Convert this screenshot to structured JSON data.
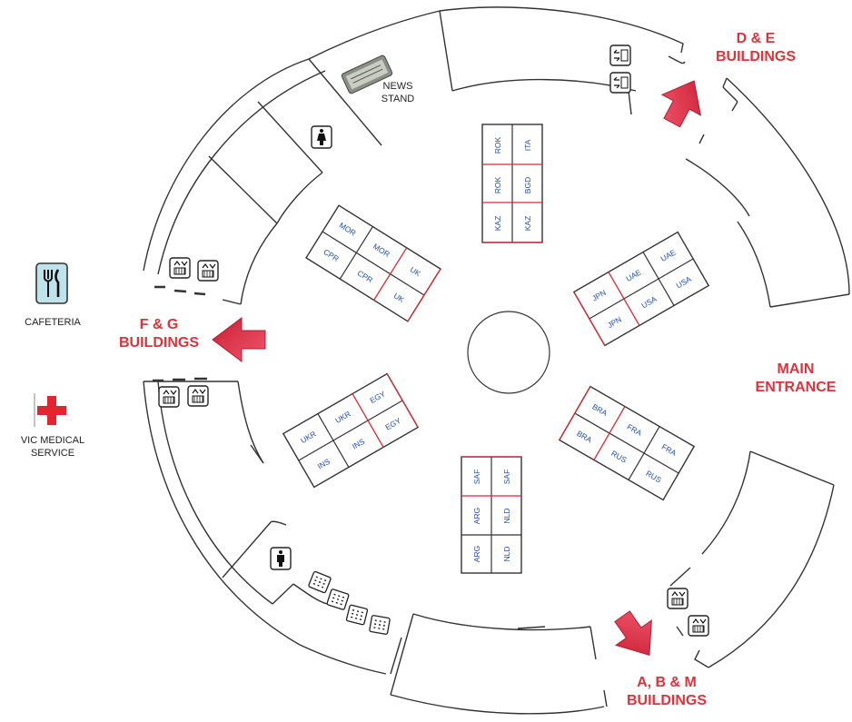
{
  "labels": {
    "cafeteria": "CAFETERIA",
    "vic_medical_line1": "VIC MEDICAL",
    "vic_medical_line2": "SERVICE",
    "news_line1": "NEWS",
    "news_line2": "STAND",
    "fg_line1": "F & G",
    "fg_line2": "BUILDINGS",
    "de_line1": "D & E",
    "de_line2": "BUILDINGS",
    "main_line1": "MAIN",
    "main_line2": "ENTRANCE",
    "abm_line1": "A, B & M",
    "abm_line2": "BUILDINGS"
  },
  "icons": {
    "cafeteria": "fork-knife-icon",
    "medical": "red-cross-icon",
    "news": "newspaper-icon",
    "women": "women-restroom-icon",
    "men": "men-restroom-icon",
    "elevator": "elevator-icon",
    "escalator": "escalator-icon",
    "phone": "telephone-icon",
    "arrow": "direction-arrow-icon"
  },
  "colors": {
    "accent": "#e0323a",
    "cell_text": "#1f4fb0",
    "divider_red": "#d62a35",
    "cafeteria_icon_bg": "#bfe3ea",
    "arrow_fill": "#e8304a"
  },
  "tables": {
    "top": [
      "ROK",
      "ITA",
      "ROK",
      "BGD",
      "KAZ",
      "KAZ"
    ],
    "upper_left": [
      "MOR",
      "CPR",
      "MOR",
      "CPR",
      "UK",
      "UK"
    ],
    "upper_right": [
      "JPN",
      "JPN",
      "UAE",
      "USA",
      "UAE",
      "USA"
    ],
    "lower_left": [
      "UKR",
      "INS",
      "UKR",
      "INS",
      "EGY",
      "EGY"
    ],
    "lower_right": [
      "BRA",
      "BRA",
      "FRA",
      "RUS",
      "FRA",
      "RUS"
    ],
    "bottom": [
      "SAF",
      "SAF",
      "ARG",
      "NLD",
      "ARG",
      "NLD"
    ]
  }
}
